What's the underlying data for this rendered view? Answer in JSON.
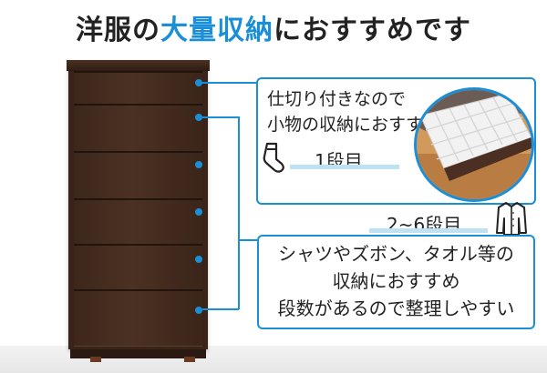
{
  "title": {
    "before": "洋服の",
    "highlight": "大量収納",
    "after": "におすすめです"
  },
  "callout_top": {
    "lines": [
      "仕切り付きなので",
      "小物の収納におすすめ"
    ]
  },
  "label_first": "1段目",
  "label_rest": "2~6段目",
  "callout_bottom": {
    "lines": [
      "シャツやズボン、タオル等の",
      "収納におすすめ",
      "段数があるので整理しやすい"
    ]
  },
  "colors": {
    "accent": "#1a8fd8",
    "wood_dark": "#3a2419",
    "underline": "#bfe1f4"
  },
  "icons": {
    "sock": "sock-icon",
    "shirt": "shirt-icon"
  }
}
